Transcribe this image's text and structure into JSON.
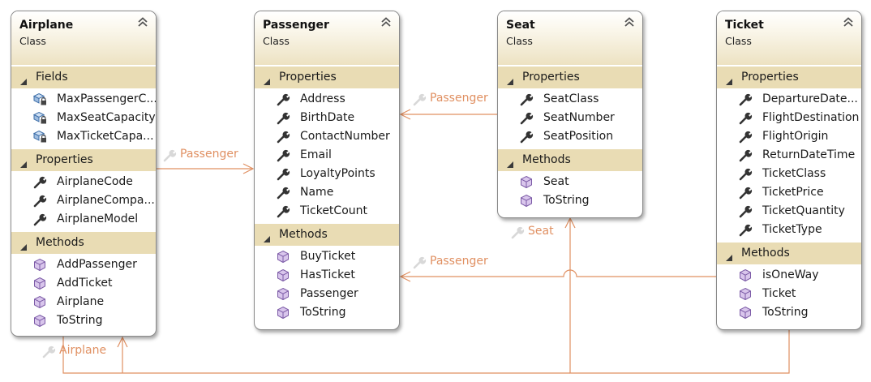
{
  "classes": [
    {
      "name": "Airplane",
      "stereotype": "Class",
      "sections": [
        {
          "label": "Fields",
          "items": [
            {
              "text": "MaxPassengerC...",
              "icon": "locked-field-icon"
            },
            {
              "text": "MaxSeatCapacity",
              "icon": "locked-field-icon"
            },
            {
              "text": "MaxTicketCapa...",
              "icon": "locked-field-icon"
            }
          ]
        },
        {
          "label": "Properties",
          "items": [
            {
              "text": "AirplaneCode",
              "icon": "wrench-icon"
            },
            {
              "text": "AirplaneCompa...",
              "icon": "wrench-icon"
            },
            {
              "text": "AirplaneModel",
              "icon": "wrench-icon"
            }
          ]
        },
        {
          "label": "Methods",
          "items": [
            {
              "text": "AddPassenger",
              "icon": "method-cube-icon"
            },
            {
              "text": "AddTicket",
              "icon": "method-cube-icon"
            },
            {
              "text": "Airplane",
              "icon": "method-cube-icon"
            },
            {
              "text": "ToString",
              "icon": "method-cube-icon"
            }
          ]
        }
      ]
    },
    {
      "name": "Passenger",
      "stereotype": "Class",
      "sections": [
        {
          "label": "Properties",
          "items": [
            {
              "text": "Address",
              "icon": "wrench-icon"
            },
            {
              "text": "BirthDate",
              "icon": "wrench-icon"
            },
            {
              "text": "ContactNumber",
              "icon": "wrench-icon"
            },
            {
              "text": "Email",
              "icon": "wrench-icon"
            },
            {
              "text": "LoyaltyPoints",
              "icon": "wrench-icon"
            },
            {
              "text": "Name",
              "icon": "wrench-icon"
            },
            {
              "text": "TicketCount",
              "icon": "wrench-icon"
            }
          ]
        },
        {
          "label": "Methods",
          "items": [
            {
              "text": "BuyTicket",
              "icon": "method-cube-icon"
            },
            {
              "text": "HasTicket",
              "icon": "method-cube-icon"
            },
            {
              "text": "Passenger",
              "icon": "method-cube-icon"
            },
            {
              "text": "ToString",
              "icon": "method-cube-icon"
            }
          ]
        }
      ]
    },
    {
      "name": "Seat",
      "stereotype": "Class",
      "sections": [
        {
          "label": "Properties",
          "items": [
            {
              "text": "SeatClass",
              "icon": "wrench-icon"
            },
            {
              "text": "SeatNumber",
              "icon": "wrench-icon"
            },
            {
              "text": "SeatPosition",
              "icon": "wrench-icon"
            }
          ]
        },
        {
          "label": "Methods",
          "items": [
            {
              "text": "Seat",
              "icon": "method-cube-icon"
            },
            {
              "text": "ToString",
              "icon": "method-cube-icon"
            }
          ]
        }
      ]
    },
    {
      "name": "Ticket",
      "stereotype": "Class",
      "sections": [
        {
          "label": "Properties",
          "items": [
            {
              "text": "DepartureDate...",
              "icon": "wrench-icon"
            },
            {
              "text": "FlightDestination",
              "icon": "wrench-icon"
            },
            {
              "text": "FlightOrigin",
              "icon": "wrench-icon"
            },
            {
              "text": "ReturnDateTime",
              "icon": "wrench-icon"
            },
            {
              "text": "TicketClass",
              "icon": "wrench-icon"
            },
            {
              "text": "TicketPrice",
              "icon": "wrench-icon"
            },
            {
              "text": "TicketQuantity",
              "icon": "wrench-icon"
            },
            {
              "text": "TicketType",
              "icon": "wrench-icon"
            }
          ]
        },
        {
          "label": "Methods",
          "items": [
            {
              "text": "isOneWay",
              "icon": "method-cube-icon"
            },
            {
              "text": "Ticket",
              "icon": "method-cube-icon"
            },
            {
              "text": "ToString",
              "icon": "method-cube-icon"
            }
          ]
        }
      ]
    }
  ],
  "associations": [
    {
      "label": "Passenger",
      "from": "Airplane",
      "to": "Passenger"
    },
    {
      "label": "Passenger",
      "from": "Seat",
      "to": "Passenger"
    },
    {
      "label": "Seat",
      "from": "Ticket",
      "to": "Seat"
    },
    {
      "label": "Passenger",
      "from": "Ticket",
      "to": "Passenger"
    },
    {
      "label": "Airplane",
      "from": "Ticket",
      "to": "Airplane"
    }
  ],
  "colors": {
    "association": "#e09062",
    "section_band": "#e9dcb4",
    "border": "#8a8a8a"
  }
}
